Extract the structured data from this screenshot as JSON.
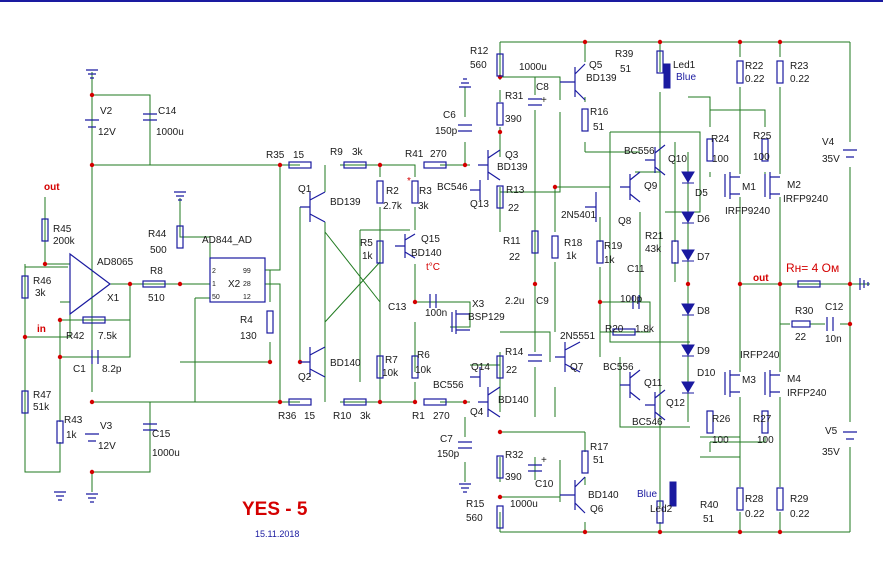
{
  "title": "YES - 5",
  "date": "15.11.2018",
  "colors": {
    "wire": "#1f7a1f",
    "component": "#1a1aa0",
    "text": "#1a1a1a",
    "accent": "#d40000",
    "node": "#d40000"
  },
  "labels": {
    "out_top": "out",
    "in": "in",
    "out_right": "out",
    "load": "Rн= 4 Ом",
    "tc": "t°C",
    "ad8065": "AD8065",
    "x1": "X1",
    "ad844": "AD844_AD",
    "x2": "X2",
    "r45": "R45",
    "r45v": "200k",
    "r46": "R46",
    "r46v": "3k",
    "r47": "R47",
    "r47v": "51k",
    "r43": "R43",
    "r43v": "1k",
    "r44": "R44",
    "r44v": "500",
    "r42": "R42",
    "r42v": "7.5k",
    "c1": "C1",
    "c1v": "8.2p",
    "r8": "R8",
    "r8v": "510",
    "r4": "R4",
    "r4v": "130",
    "v2": "V2",
    "v2v": "12V",
    "c14": "C14",
    "c14v": "1000u",
    "v3": "V3",
    "v3v": "12V",
    "c15": "C15",
    "c15v": "1000u",
    "r35": "R35",
    "r35v": "15",
    "r36": "R36",
    "r36v": "15",
    "r9": "R9",
    "r9v": "3k",
    "r10": "R10",
    "r10v": "3k",
    "r41": "R41",
    "r41v": "270",
    "r1": "R1",
    "r1v": "270",
    "q1": "Q1",
    "q1t": "BD139",
    "q2": "Q2",
    "q2t": "BD140",
    "r2": "R2",
    "r2v": "2.7k",
    "r3": "R3",
    "r3v": "3k",
    "r5": "R5",
    "r5v": "1k",
    "q15": "Q15",
    "q15t": "BD140",
    "r7": "R7",
    "r7v": "10k",
    "r6": "R6",
    "r6v": "10k",
    "c13": "C13",
    "c13v": "100n",
    "x3": "X3",
    "x3t": "BSP129",
    "c6": "C6",
    "c6v": "150p",
    "c7": "C7",
    "c7v": "150p",
    "r12": "R12",
    "r12v": "560",
    "r15": "R15",
    "r15v": "560",
    "r31": "R31",
    "r31v": "390",
    "r32": "R32",
    "r32v": "390",
    "c8": "C8",
    "c8v": "1000u",
    "c10": "C10",
    "c10v": "1000u",
    "q5": "Q5",
    "q5t": "BD139",
    "q6": "Q6",
    "q6t": "BD140",
    "r16": "R16",
    "r16v": "51",
    "r17": "R17",
    "r17v": "51",
    "q3": "Q3",
    "q3t": "BD139",
    "q4": "Q4",
    "q4t": "BD140",
    "q13": "Q13",
    "q13t": "BC546",
    "q14": "Q14",
    "q14t": "BC556",
    "r13": "R13",
    "r13v": "22",
    "r14": "R14",
    "r14v": "22",
    "r11": "R11",
    "r11v": "22",
    "c9": "C9",
    "c9v": "2.2u",
    "r18": "R18",
    "r18v": "1k",
    "r19": "R19",
    "r19v": "1k",
    "q8": "Q8",
    "q8t": "2N5401",
    "q7": "Q7",
    "q7t": "2N5551",
    "q9": "Q9",
    "q10": "Q10",
    "q10t": "BC556",
    "q11": "Q11",
    "q11t": "BC556",
    "q12": "Q12",
    "q12t": "BC546",
    "r21": "R21",
    "r21v": "43k",
    "c11": "C11",
    "c11v": "100p",
    "r20": "R20",
    "r20v": "1.8k",
    "r39": "R39",
    "r39v": "51",
    "led1": "Led1",
    "led1c": "Blue",
    "r40": "R40",
    "r40v": "51",
    "led2": "Led2",
    "led2c": "Blue",
    "d5": "D5",
    "d6": "D6",
    "d7": "D7",
    "d8": "D8",
    "d9": "D9",
    "d10": "D10",
    "r24": "R24",
    "r24v": "100",
    "r25": "R25",
    "r25v": "100",
    "r26": "R26",
    "r26v": "100",
    "r27": "R27",
    "r27v": "100",
    "m1": "M1",
    "m2": "M2",
    "m12t": "IRFP9240",
    "m3": "M3",
    "m4": "M4",
    "m34t": "IRFP240",
    "r22": "R22",
    "r22v": "0.22",
    "r23": "R23",
    "r23v": "0.22",
    "r28": "R28",
    "r28v": "0.22",
    "r29": "R29",
    "r29v": "0.22",
    "r30": "R30",
    "r30v": "22",
    "c12": "C12",
    "c12v": "10n",
    "v4": "V4",
    "v4v": "35V",
    "v5": "V5",
    "v5v": "35V"
  }
}
